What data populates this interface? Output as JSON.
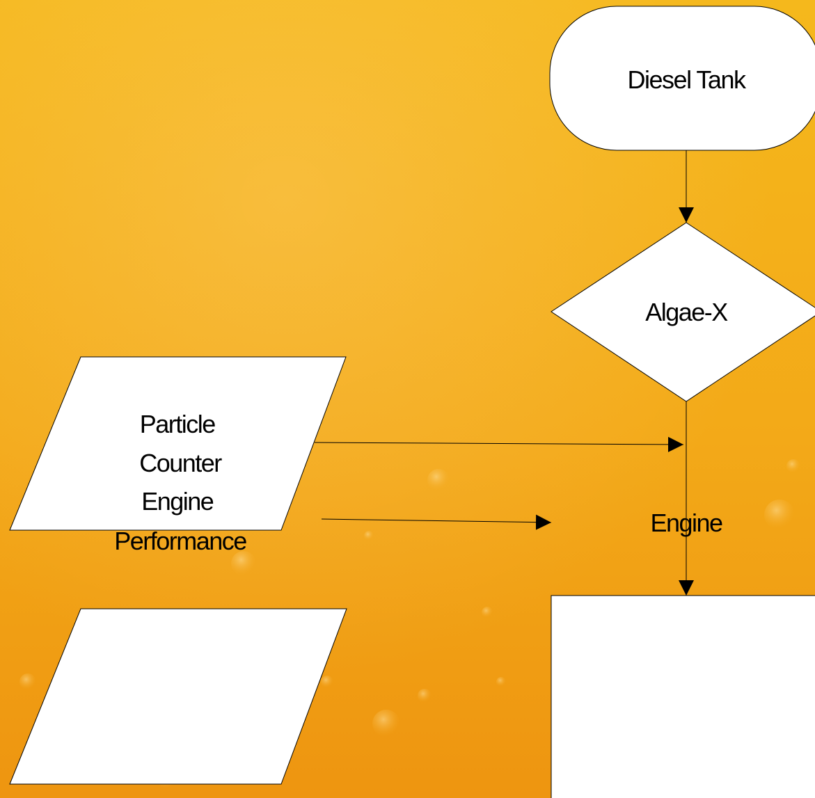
{
  "diagram": {
    "nodes": {
      "diesel_tank": {
        "label": "Diesel Tank",
        "shape": "terminator"
      },
      "algae_x": {
        "label": "Algae-X",
        "shape": "decision"
      },
      "particle_counter": {
        "label_lines": [
          "Particle",
          "Counter"
        ],
        "shape": "input-output"
      },
      "engine_performance": {
        "label_lines": [
          "Engine",
          "Performance"
        ],
        "shape": "input-output"
      },
      "engine": {
        "label": "Engine",
        "shape": "process"
      }
    },
    "edges": [
      {
        "from": "Diesel Tank",
        "to": "Algae-X"
      },
      {
        "from": "Algae-X",
        "to": "Engine"
      },
      {
        "from": "Particle Counter",
        "to": "Algae-X to Engine line"
      },
      {
        "from": "Engine Performance",
        "to": "Engine"
      }
    ]
  },
  "colors": {
    "background_light": "#f6b41c",
    "background_dark": "#ee9a10",
    "shape_fill": "#ffffff",
    "stroke": "#000000"
  }
}
